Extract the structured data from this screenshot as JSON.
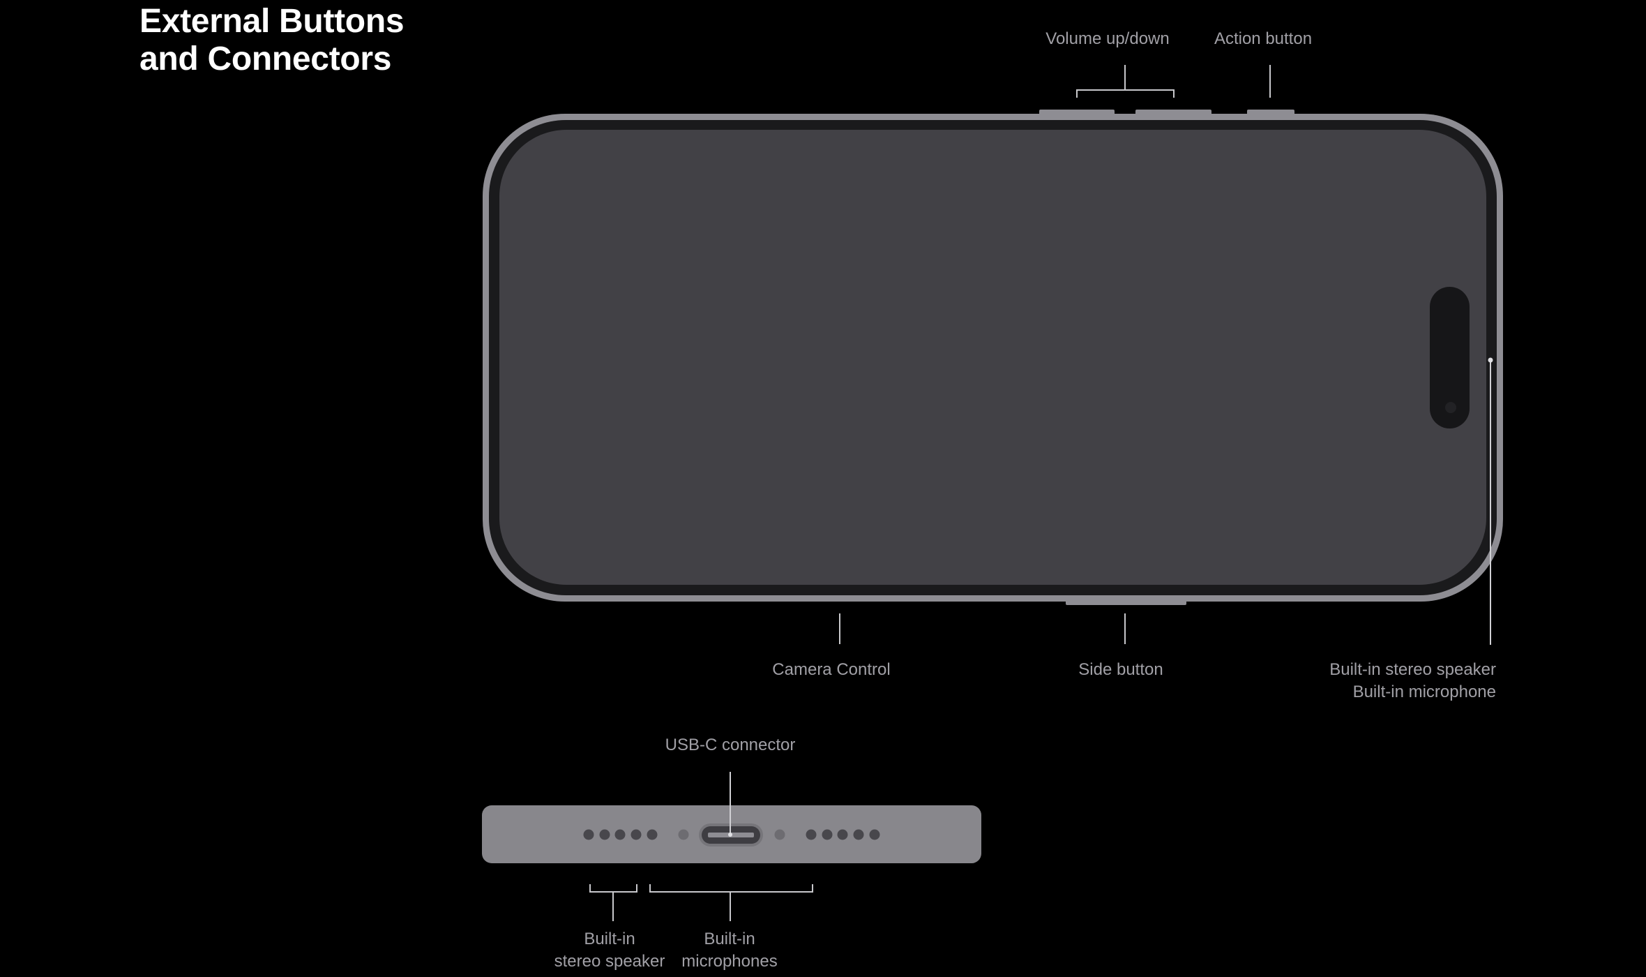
{
  "title": {
    "line1": "External Buttons",
    "line2": "and Connectors"
  },
  "callouts": {
    "volume": "Volume up/down",
    "action": "Action button",
    "camera_control": "Camera Control",
    "side_button": "Side button",
    "speaker_line1": "Built-in stereo speaker",
    "speaker_line2": "Built-in microphone",
    "usbc": "USB-C connector",
    "bottom_speaker_line1": "Built-in",
    "bottom_speaker_line2": "stereo speaker",
    "bottom_mics_line1": "Built-in",
    "bottom_mics_line2": "microphones"
  },
  "colors": {
    "frame": "#8e8d93",
    "screen": "#424146",
    "bezel": "#1a1a1c",
    "label": "#a1a0a6"
  }
}
